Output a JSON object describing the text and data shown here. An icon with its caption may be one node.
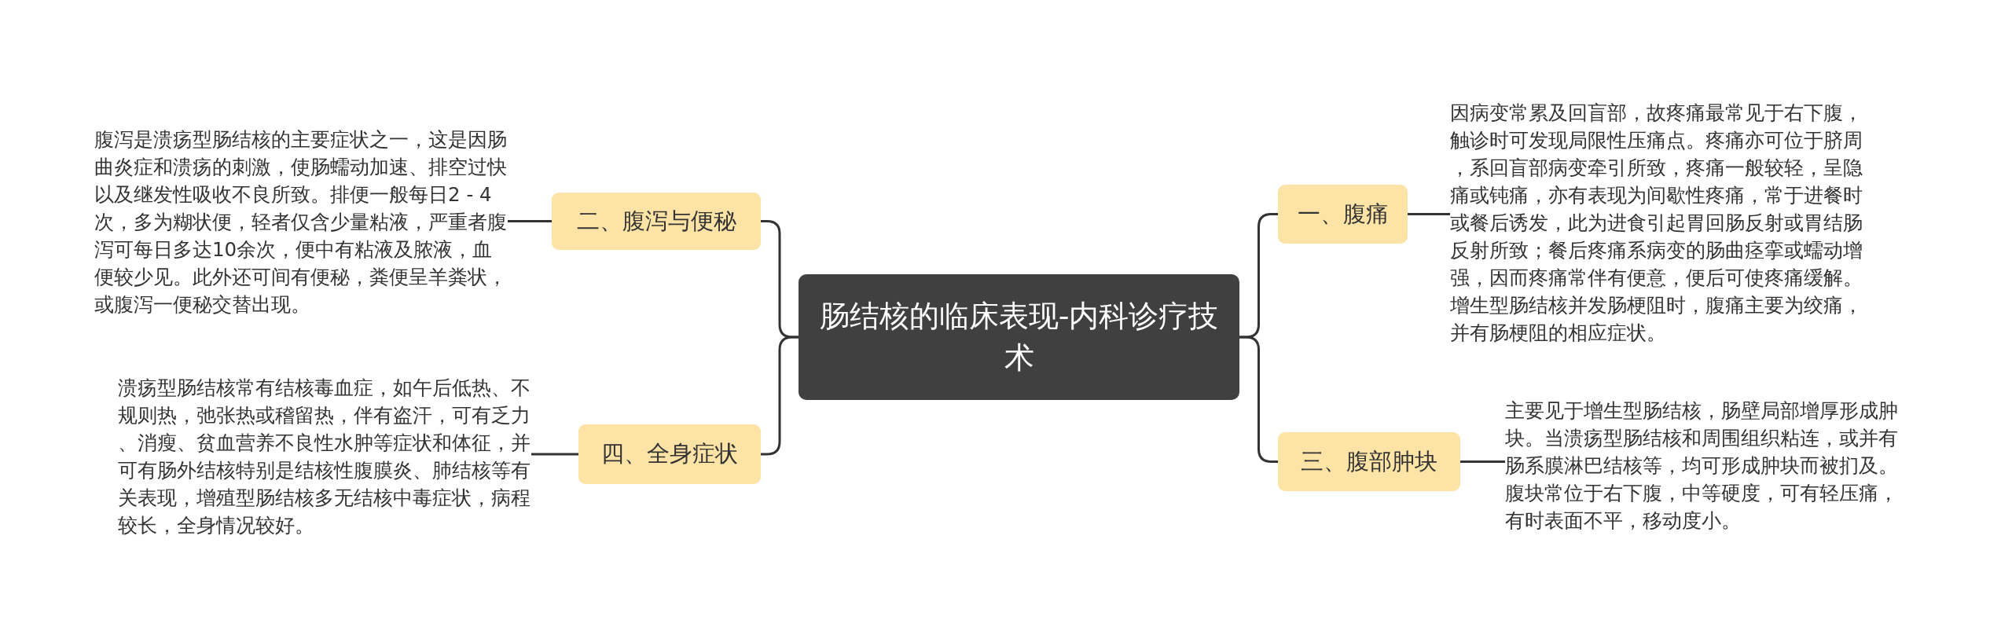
{
  "diagram": {
    "nodes": [
      {
        "text": [
          "肠结核的临床表现-内科诊疗技术"
        ]
      },
      {
        "text": [
          "一、腹痛"
        ]
      },
      {
        "text": [
          "因病变常累及回盲部，故疼痛最常见于右下腹，触诊时可发现局限性压痛点。疼痛亦可位于脐周，系回盲部病变牵引所致，疼痛一般较轻，呈隐痛或钝痛，亦有表现为间歇性疼痛，常于进餐时或餐后诱发，此为进食引起胃回肠反射或胃结肠反射所致；餐后疼痛系病变的肠曲痉挛或蠕动增强，因而疼痛常伴有便意，便后可使疼痛缓解。增生型肠结核并发肠梗阻时，腹痛主要为绞痛，并有肠梗阻的相应症状。"
        ]
      },
      {
        "text": [
          "三、腹部肿块"
        ]
      },
      {
        "text": [
          "主要见于增生型肠结核，肠壁局部增厚形成肿块。当溃疡型肠结核和周围组织粘连，或并有肠系膜淋巴结核等，均可形成肿块而被扪及。腹块常位于右下腹，中等硬度，可有轻压痛，有时表面不平，移动度小。"
        ]
      },
      {
        "text": [
          "二、腹泻与便秘"
        ]
      },
      {
        "text": [
          "腹泻是溃疡型肠结核的主要症状之一，这是因肠曲炎症和溃疡的刺激，使肠蠕动加速、排空过快以及继发性吸收不良所致。排便一般每日2 - 4次，多为糊状便，轻者仅含少量粘液，严重者腹泻可每日多达10余次，便中有粘液及脓液，血便较少见。此外还可间有便秘，粪便呈羊粪状，或腹泻一便秘交替出现。"
        ]
      },
      {
        "text": [
          "四、全身症状"
        ]
      },
      {
        "text": [
          "溃疡型肠结核常有结核毒血症，如午后低热、不规则热，弛张热或稽留热，伴有盗汗，可有乏力、消瘦、贫血营养不良性水肿等症状和体征，并可有肠外结核特别是结核性腹膜炎、肺结核等有关表现，增殖型肠结核多无结核中毒症状，病程较长，全身情况较好。"
        ]
      }
    ],
    "edges": [
      {
        "from": 0,
        "to": 1,
        "arrow": "none"
      },
      {
        "from": 1,
        "to": 2,
        "arrow": "none"
      },
      {
        "from": 0,
        "to": 3,
        "arrow": "none"
      },
      {
        "from": 3,
        "to": 4,
        "arrow": "none"
      },
      {
        "from": 0,
        "to": 5,
        "arrow": "none"
      },
      {
        "from": 5,
        "to": 6,
        "arrow": "none"
      },
      {
        "from": 0,
        "to": 7,
        "arrow": "none"
      },
      {
        "from": 7,
        "to": 8,
        "arrow": "none"
      }
    ]
  }
}
